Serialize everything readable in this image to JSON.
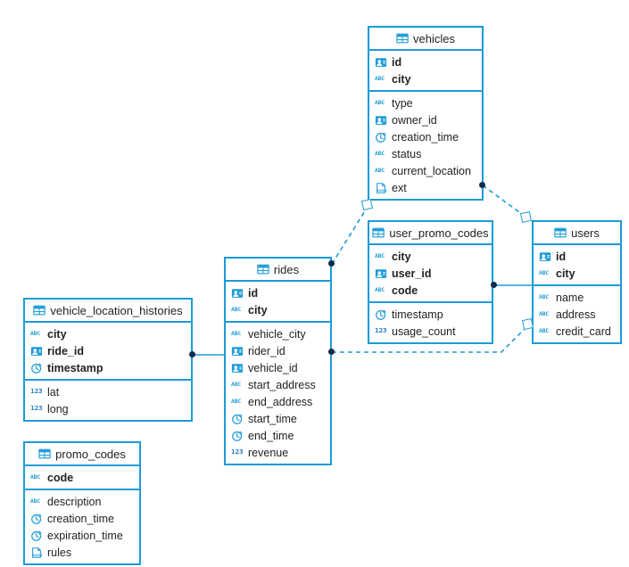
{
  "diagram": {
    "title": "database-er-diagram",
    "accent_color": "#1c9bd8",
    "line_color": "#1c9bd8",
    "endpoint_color": "#0d2b4e",
    "background": "#ffffff"
  },
  "icons": {
    "table": "table-grid-icon",
    "id": "id-card-icon",
    "string": "abc-string-icon",
    "timestamp": "clock-icon",
    "number": "123-number-icon",
    "json": "json-document-icon"
  },
  "tables": [
    {
      "id": "vehicles",
      "name": "vehicles",
      "primary_keys": [
        {
          "name": "id",
          "type_icon": "id"
        },
        {
          "name": "city",
          "type_icon": "string"
        }
      ],
      "columns": [
        {
          "name": "type",
          "type_icon": "string"
        },
        {
          "name": "owner_id",
          "type_icon": "id"
        },
        {
          "name": "creation_time",
          "type_icon": "timestamp"
        },
        {
          "name": "status",
          "type_icon": "string"
        },
        {
          "name": "current_location",
          "type_icon": "string"
        },
        {
          "name": "ext",
          "type_icon": "json"
        }
      ]
    },
    {
      "id": "user_promo_codes",
      "name": "user_promo_codes",
      "primary_keys": [
        {
          "name": "city",
          "type_icon": "string"
        },
        {
          "name": "user_id",
          "type_icon": "id"
        },
        {
          "name": "code",
          "type_icon": "string"
        }
      ],
      "columns": [
        {
          "name": "timestamp",
          "type_icon": "timestamp"
        },
        {
          "name": "usage_count",
          "type_icon": "number"
        }
      ]
    },
    {
      "id": "users",
      "name": "users",
      "primary_keys": [
        {
          "name": "id",
          "type_icon": "id"
        },
        {
          "name": "city",
          "type_icon": "string"
        }
      ],
      "columns": [
        {
          "name": "name",
          "type_icon": "string"
        },
        {
          "name": "address",
          "type_icon": "string"
        },
        {
          "name": "credit_card",
          "type_icon": "string"
        }
      ]
    },
    {
      "id": "rides",
      "name": "rides",
      "primary_keys": [
        {
          "name": "id",
          "type_icon": "id"
        },
        {
          "name": "city",
          "type_icon": "string"
        }
      ],
      "columns": [
        {
          "name": "vehicle_city",
          "type_icon": "string"
        },
        {
          "name": "rider_id",
          "type_icon": "id"
        },
        {
          "name": "vehicle_id",
          "type_icon": "id"
        },
        {
          "name": "start_address",
          "type_icon": "string"
        },
        {
          "name": "end_address",
          "type_icon": "string"
        },
        {
          "name": "start_time",
          "type_icon": "timestamp"
        },
        {
          "name": "end_time",
          "type_icon": "timestamp"
        },
        {
          "name": "revenue",
          "type_icon": "number"
        }
      ]
    },
    {
      "id": "vehicle_location_histories",
      "name": "vehicle_location_histories",
      "primary_keys": [
        {
          "name": "city",
          "type_icon": "string"
        },
        {
          "name": "ride_id",
          "type_icon": "id"
        },
        {
          "name": "timestamp",
          "type_icon": "timestamp"
        }
      ],
      "columns": [
        {
          "name": "lat",
          "type_icon": "number"
        },
        {
          "name": "long",
          "type_icon": "number"
        }
      ]
    },
    {
      "id": "promo_codes",
      "name": "promo_codes",
      "primary_keys": [
        {
          "name": "code",
          "type_icon": "string"
        }
      ],
      "columns": [
        {
          "name": "description",
          "type_icon": "string"
        },
        {
          "name": "creation_time",
          "type_icon": "timestamp"
        },
        {
          "name": "expiration_time",
          "type_icon": "timestamp"
        },
        {
          "name": "rules",
          "type_icon": "json"
        }
      ]
    }
  ],
  "relationships": [
    {
      "id": "rel-vehicles-users",
      "from": "vehicles",
      "to": "users",
      "style": "dashed"
    },
    {
      "id": "rel-rides-vehicles",
      "from": "rides",
      "to": "vehicles",
      "style": "dashed"
    },
    {
      "id": "rel-rides-users",
      "from": "rides",
      "to": "users",
      "style": "dashed"
    },
    {
      "id": "rel-upc-users",
      "from": "user_promo_codes",
      "to": "users",
      "style": "solid"
    },
    {
      "id": "rel-vlh-rides",
      "from": "vehicle_location_histories",
      "to": "rides",
      "style": "solid"
    }
  ]
}
